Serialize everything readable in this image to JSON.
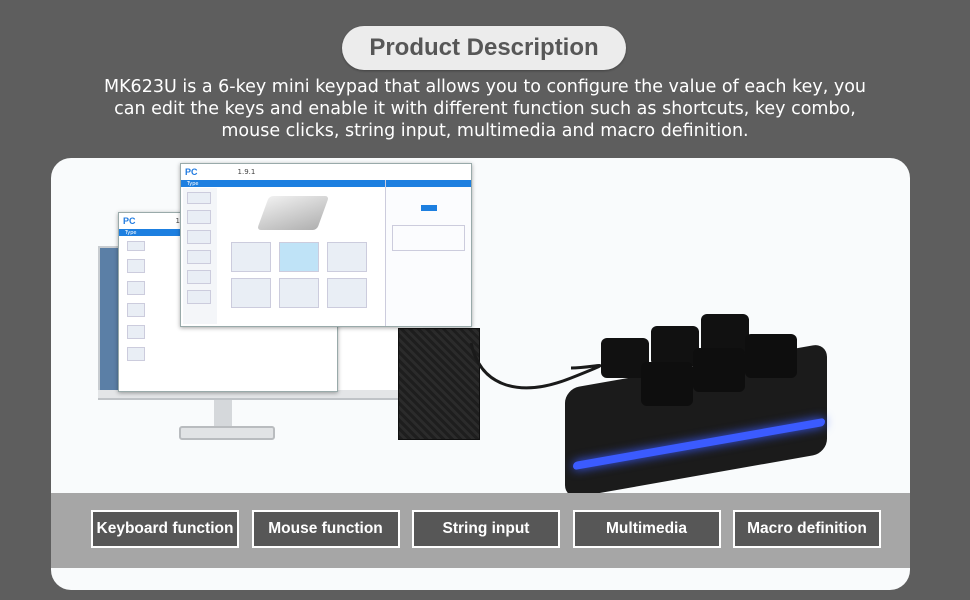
{
  "header": {
    "title": "Product Description",
    "description": "MK623U is a 6-key mini keypad that  allows you to configure the value of each key, you can edit the keys and enable it with different function such as shortcuts, key combo, mouse clicks, string input, multimedia and macro definition."
  },
  "software": {
    "logo_text": "PC",
    "front_version": "1.9.1",
    "back_version": "1.0.4",
    "type_tab": "Type"
  },
  "features": [
    {
      "label": "Keyboard function"
    },
    {
      "label": "Mouse function"
    },
    {
      "label": "String input"
    },
    {
      "label": "Multimedia"
    },
    {
      "label": "Macro definition"
    }
  ],
  "colors": {
    "background": "#5e5e5e",
    "pill": "#ececec",
    "panel": "#f9fbfc",
    "band": "#a6a6a6",
    "button": "#575757",
    "accent": "#1d7fe0",
    "led": "#3b5bff"
  }
}
